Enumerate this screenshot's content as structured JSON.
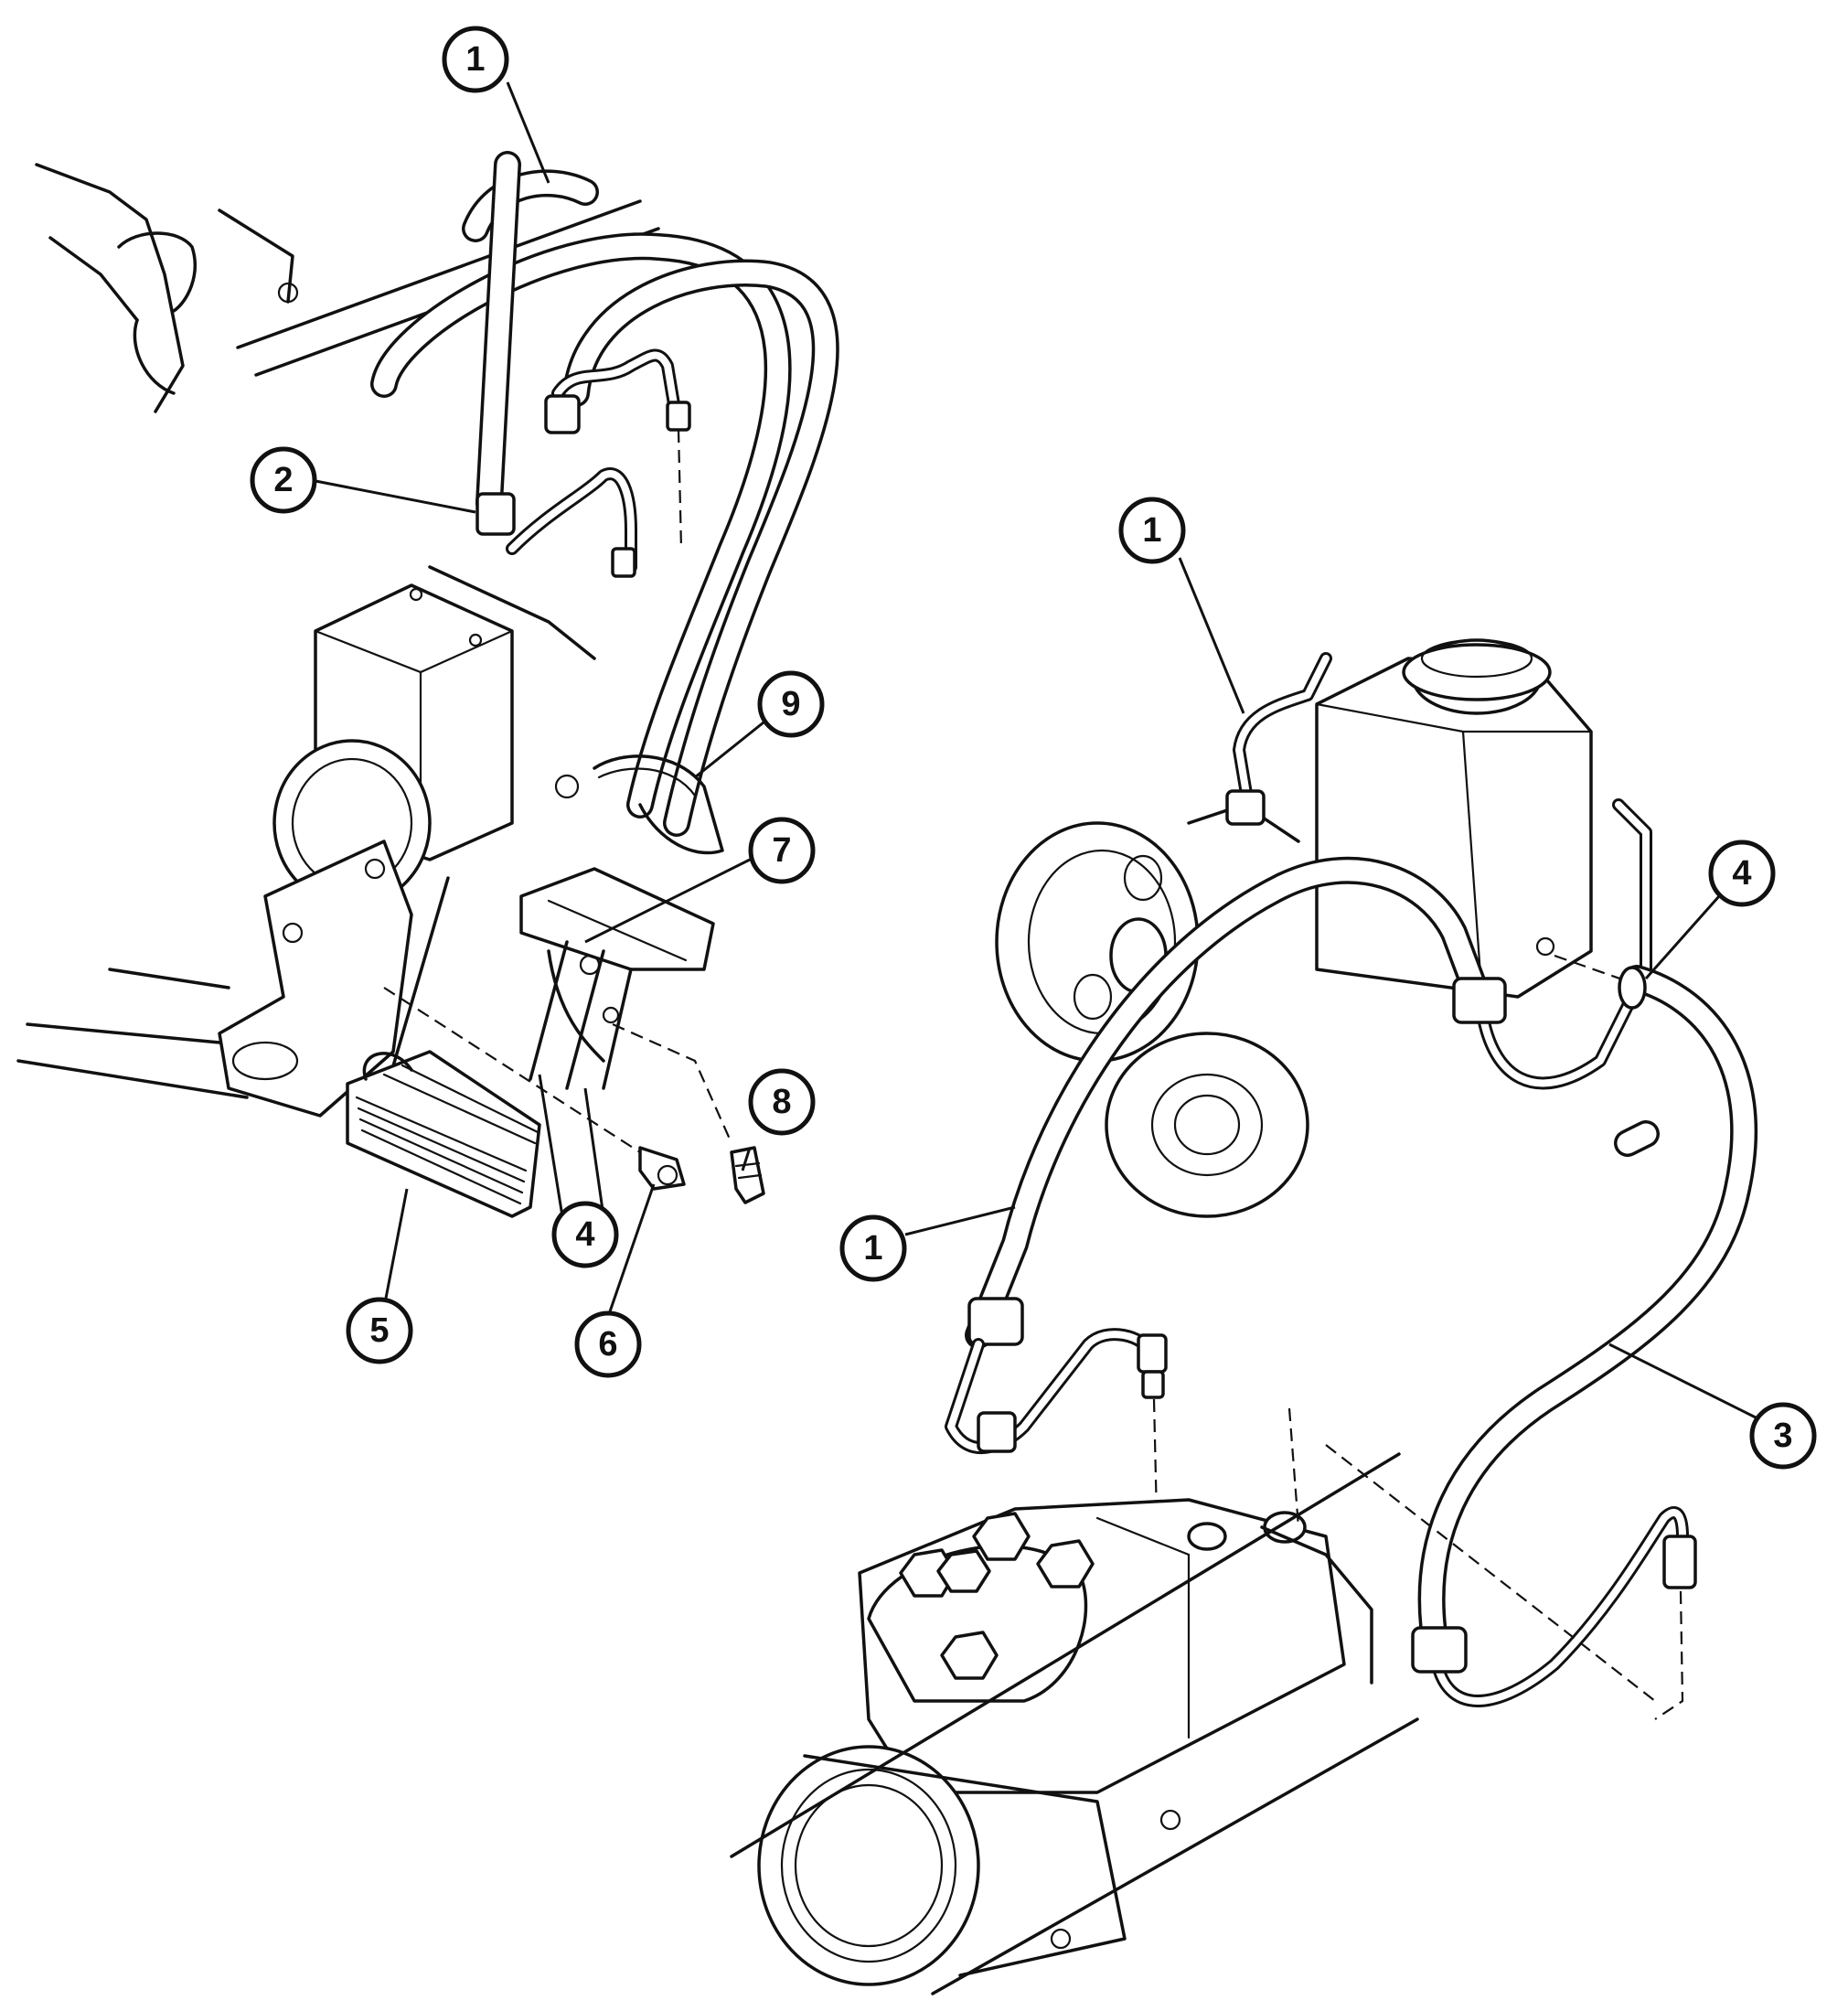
{
  "callouts": [
    {
      "id": "c-left-1",
      "label": "1"
    },
    {
      "id": "c-left-2",
      "label": "2"
    },
    {
      "id": "c-left-9",
      "label": "9"
    },
    {
      "id": "c-left-7",
      "label": "7"
    },
    {
      "id": "c-left-8",
      "label": "8"
    },
    {
      "id": "c-left-4",
      "label": "4"
    },
    {
      "id": "c-left-5",
      "label": "5"
    },
    {
      "id": "c-left-6",
      "label": "6"
    },
    {
      "id": "c-right-1a",
      "label": "1"
    },
    {
      "id": "c-right-4",
      "label": "4"
    },
    {
      "id": "c-right-1b",
      "label": "1"
    },
    {
      "id": "c-right-3",
      "label": "3"
    }
  ]
}
